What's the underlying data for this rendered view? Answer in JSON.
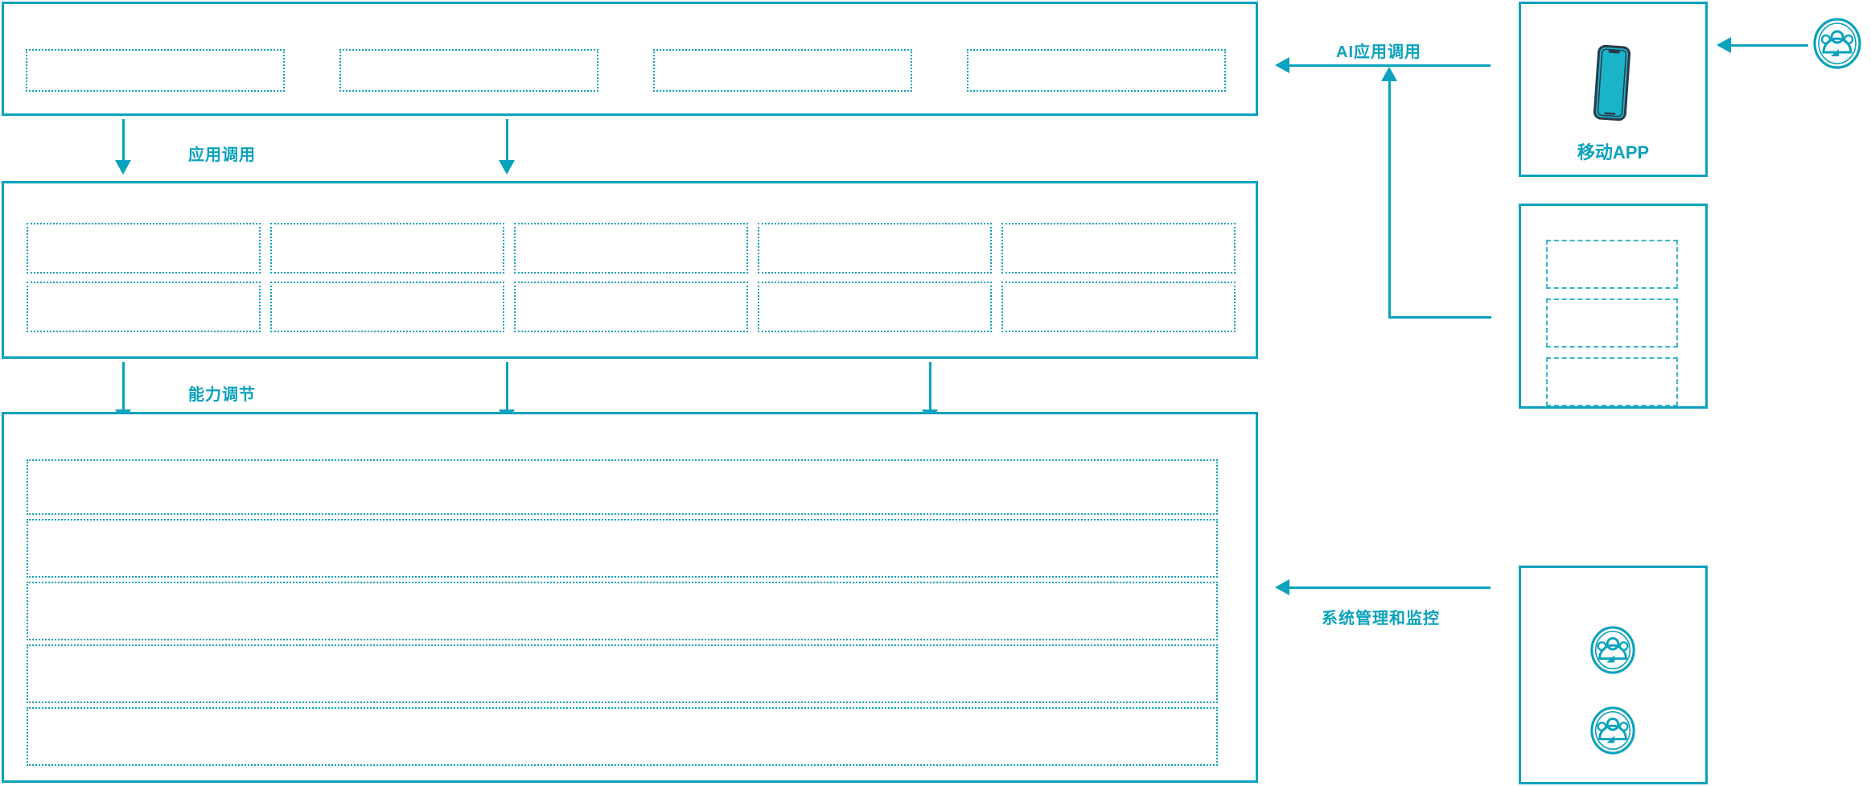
{
  "theme": {
    "accent": "#0aa2bd",
    "accent_light": "#3ab6cb",
    "background": "#ffffff"
  },
  "diagram": {
    "type": "layered-architecture",
    "layers": [
      {
        "id": "application-layer",
        "name": "application-layer",
        "label": "",
        "cells": [
          {
            "label": ""
          },
          {
            "label": ""
          },
          {
            "label": ""
          },
          {
            "label": ""
          }
        ]
      },
      {
        "id": "capability-layer",
        "name": "capability-layer",
        "label": "",
        "columns": 5,
        "rows": 2,
        "cells": [
          {
            "label": ""
          },
          {
            "label": ""
          },
          {
            "label": ""
          },
          {
            "label": ""
          },
          {
            "label": ""
          },
          {
            "label": ""
          },
          {
            "label": ""
          },
          {
            "label": ""
          },
          {
            "label": ""
          },
          {
            "label": ""
          }
        ]
      },
      {
        "id": "platform-layer",
        "name": "platform-layer",
        "label": "",
        "cells": [
          {
            "label": ""
          },
          {
            "label": ""
          },
          {
            "label": ""
          },
          {
            "label": ""
          },
          {
            "label": ""
          }
        ]
      }
    ],
    "flows": [
      {
        "id": "flow-app-call",
        "label": "应用调用",
        "direction": "down"
      },
      {
        "id": "flow-capability",
        "label": "能力调节",
        "direction": "down"
      },
      {
        "id": "flow-ai-app-call",
        "label": "AI应用调用",
        "direction": "left"
      },
      {
        "id": "flow-sys-monitor",
        "label": "系统管理和监控",
        "direction": "left"
      }
    ]
  },
  "right_panels": [
    {
      "id": "mobile-app-panel",
      "name": "mobile-app-panel",
      "caption": "移动APP",
      "icon": "smartphone-icon",
      "cells": []
    },
    {
      "id": "channel-panel",
      "name": "channel-panel",
      "caption": "",
      "icon": "",
      "cells": [
        {
          "label": ""
        },
        {
          "label": ""
        },
        {
          "label": ""
        }
      ]
    },
    {
      "id": "users-panel",
      "name": "users-panel",
      "caption": "",
      "icons": [
        "user-group-icon",
        "user-group-icon"
      ],
      "cells": []
    }
  ],
  "actors": [
    {
      "id": "external-user",
      "name": "external-user-icon",
      "icon": "user-group-icon",
      "label": ""
    }
  ]
}
